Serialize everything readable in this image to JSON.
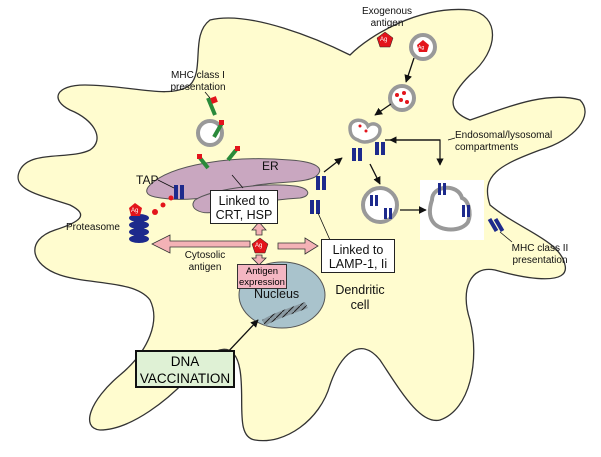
{
  "labels": {
    "exogenous_antigen": [
      "Exogenous",
      "antigen"
    ],
    "mhc1_presentation": [
      "MHC class I",
      "presentation"
    ],
    "er": "ER",
    "tap": "TAP",
    "proteasome": "Proteasome",
    "cytosolic_antigen": [
      "Cytosolic",
      "antigen"
    ],
    "endosomal_compartments": [
      "Endosomal/lysosomal",
      "compartments"
    ],
    "mhc2_presentation": [
      "MHC class II",
      "presentation"
    ],
    "dendritic_cell": [
      "Dendritic",
      "cell"
    ],
    "nucleus": "Nucleus",
    "antigen_symbol": "Ag"
  },
  "boxes": {
    "linked_crt": [
      "Linked to",
      "CRT, HSP"
    ],
    "linked_lamp": [
      "Linked to",
      "LAMP-1, Ii"
    ],
    "antigen_expression": [
      "Antigen",
      "expression"
    ],
    "dna_vaccination": [
      "DNA",
      "VACCINATION"
    ]
  },
  "colors": {
    "cell_fill": "#fffccf",
    "cell_stroke": "#333333",
    "er_fill": "#c9a7c0",
    "nucleus_fill": "#a9c3cc",
    "antigen_red": "#e3141b",
    "mhc1_green": "#2a8a3a",
    "mhc2_navy": "#1d2a8c",
    "arrow_pink": "#f4b2b6",
    "vesicle_gray": "#a8a8a8"
  }
}
